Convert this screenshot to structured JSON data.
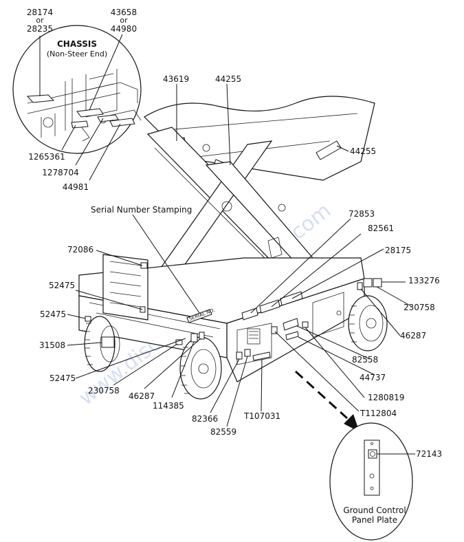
{
  "watermark": "www.discount-equipment.com",
  "chassis_inset": {
    "title": "CHASSIS",
    "subtitle": "(Non-Steer End)",
    "top_left_part": "28174",
    "top_left_or": "or",
    "top_left_alt": "28235",
    "top_right_part": "43658",
    "top_right_or": "or",
    "top_right_alt": "44980",
    "bottom_labels": [
      "1265361",
      "1278704",
      "44981"
    ]
  },
  "main_labels": {
    "43619": "43619",
    "44255_a": "44255",
    "44255_b": "44255",
    "serial": "Serial Number Stamping",
    "72853": "72853",
    "82561": "82561",
    "28175": "28175",
    "133276": "133276",
    "230758_r": "230758",
    "46287_r": "46287",
    "82558": "82558",
    "44737": "44737",
    "1280819": "1280819",
    "T112804": "T112804",
    "T107031": "T107031",
    "82559": "82559",
    "82366": "82366",
    "114385": "114385",
    "46287_l": "46287",
    "230758_l": "230758",
    "52475_c": "52475",
    "31508": "31508",
    "52475_b": "52475",
    "52475_a": "52475",
    "72086": "72086"
  },
  "panel_inset": {
    "part": "72143",
    "caption_line1": "Ground Control",
    "caption_line2": "Panel Plate"
  },
  "serial_stamp_text": "SERIAL NO."
}
